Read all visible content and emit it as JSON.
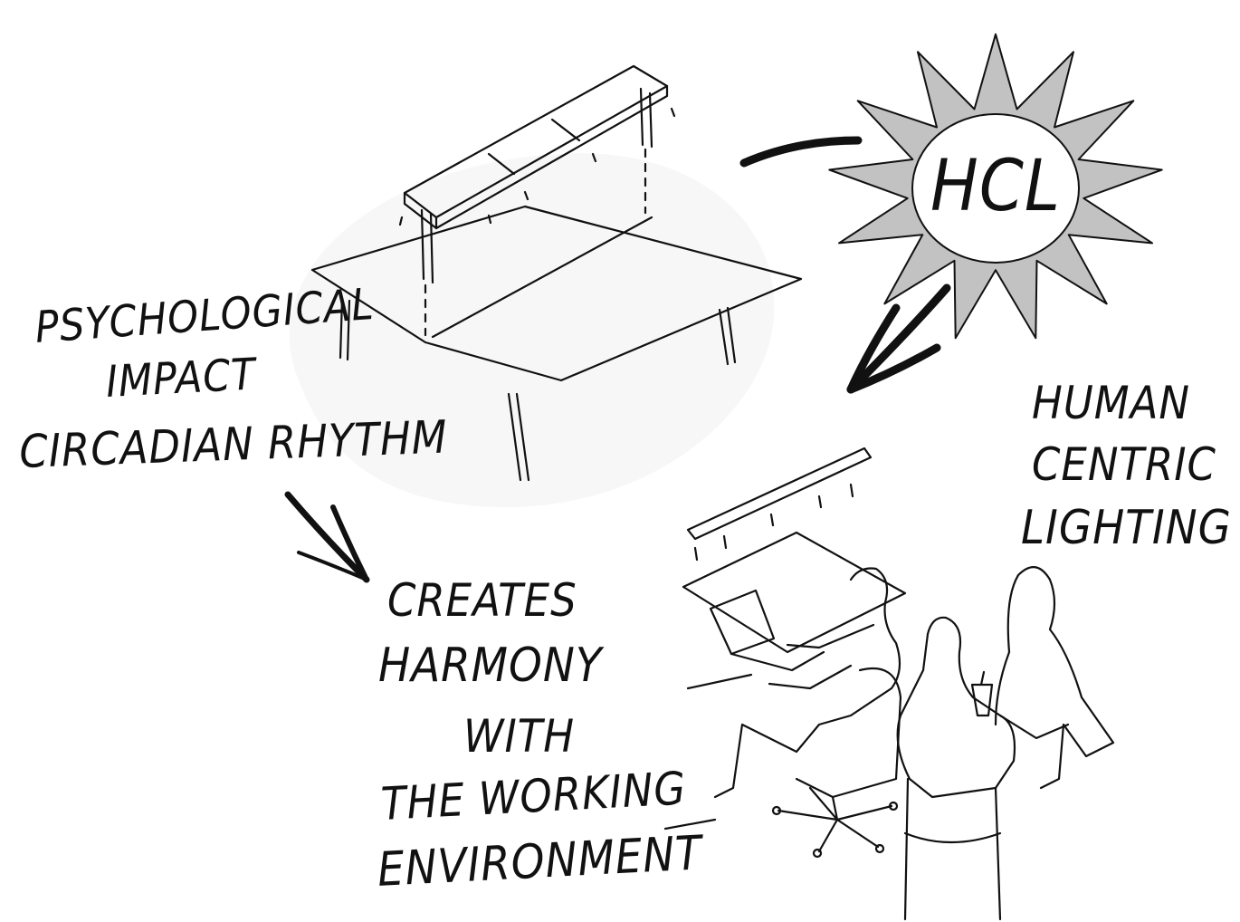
{
  "sun": {
    "label": "HCL"
  },
  "left_note": {
    "lines": [
      "PSYCHOLOGICAL",
      "IMPACT",
      "CIRCADIAN RHYTHM"
    ]
  },
  "center_note": {
    "lines": [
      "CREATES",
      "HARMONY",
      "WITH",
      "THE WORKING",
      "ENVIRONMENT"
    ]
  },
  "right_note": {
    "lines": [
      "HUMAN",
      "CENTRIC",
      "LIGHTING"
    ]
  }
}
